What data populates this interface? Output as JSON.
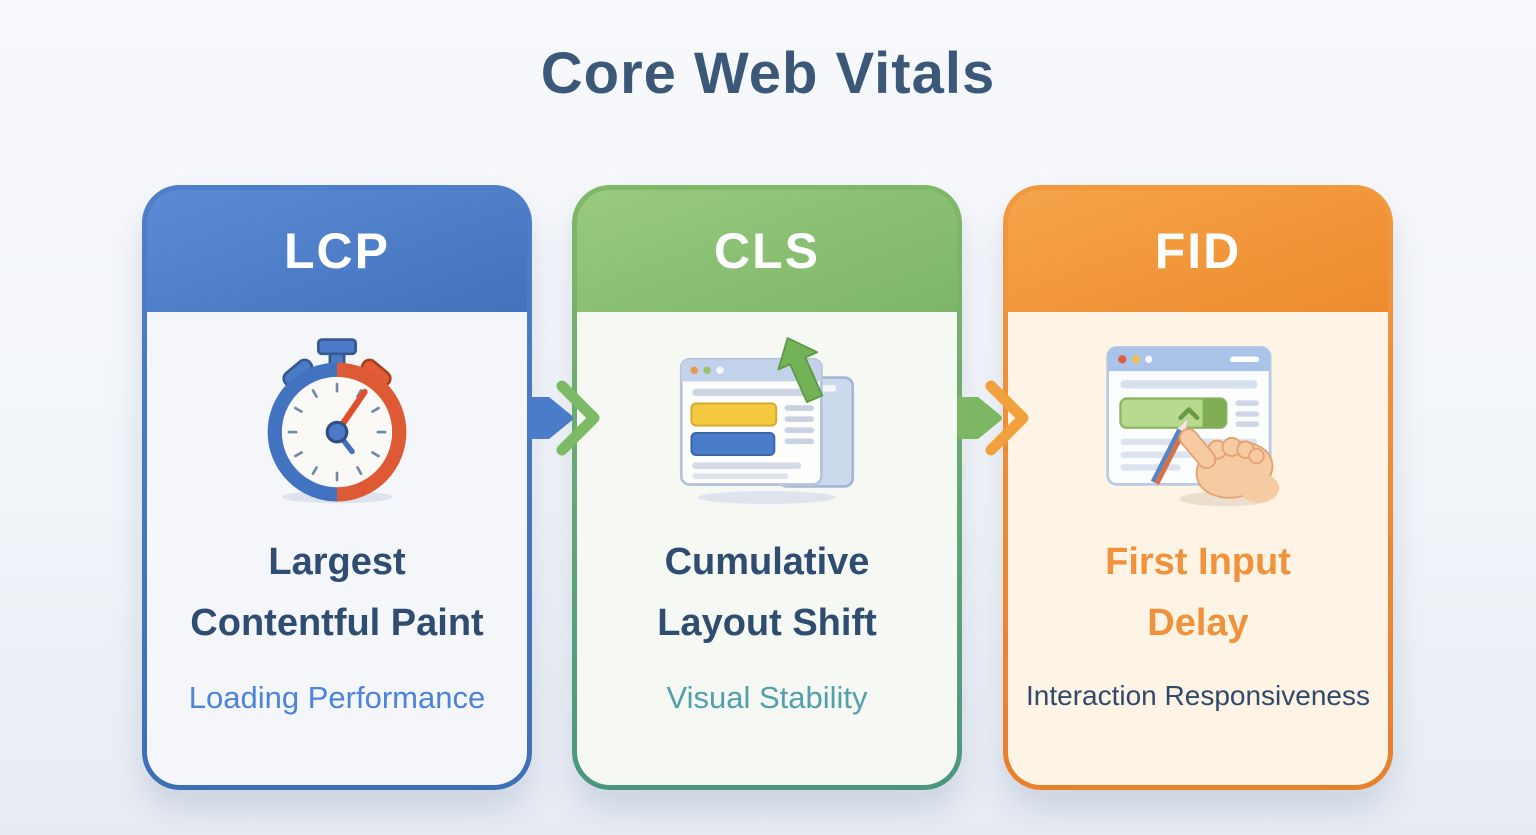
{
  "title": "Core Web Vitals",
  "page": {
    "title_color": "#3b5878",
    "background_top": "#f8f9fc",
    "background_bottom": "#e7ecf4"
  },
  "cards": [
    {
      "abbr": "LCP",
      "name_line1": "Largest",
      "name_line2": "Contentful Paint",
      "sublabel": "Loading Performance",
      "icon": "stopwatch-icon",
      "colors": {
        "header_top": "#5c8bd4",
        "header_bottom": "#4372bd",
        "border_top": "#4d7ec9",
        "border_bottom": "#3e70b6",
        "body_bg": "#f4f6fa",
        "name": "#2f4d70",
        "sublabel": "#4d84d8"
      }
    },
    {
      "abbr": "CLS",
      "name_line1": "Cumulative",
      "name_line2": "Layout Shift",
      "sublabel": "Visual Stability",
      "icon": "layout-shift-icon",
      "colors": {
        "header_top": "#98ca80",
        "header_bottom": "#7db667",
        "border_top": "#7fb968",
        "border_bottom": "#4b967f",
        "body_bg": "#f5f8f3",
        "name": "#2f4d70",
        "sublabel": "#539fab"
      }
    },
    {
      "abbr": "FID",
      "name_line1": "First Input",
      "name_line2": "Delay",
      "sublabel": "Interaction Responsiveness",
      "icon": "click-pointer-icon",
      "colors": {
        "header_top": "#f5a449",
        "header_bottom": "#ee8a2e",
        "border_top": "#f0993f",
        "border_bottom": "#e8802d",
        "body_bg": "#fdf4e5",
        "name": "#f0923c",
        "sublabel": "#31496b"
      }
    }
  ],
  "arrows": [
    {
      "solid_color": "#4a7cc9",
      "chevron_color": "#7cba66"
    },
    {
      "solid_color": "#7cb863",
      "chevron_color": "#f2a03c"
    }
  ]
}
